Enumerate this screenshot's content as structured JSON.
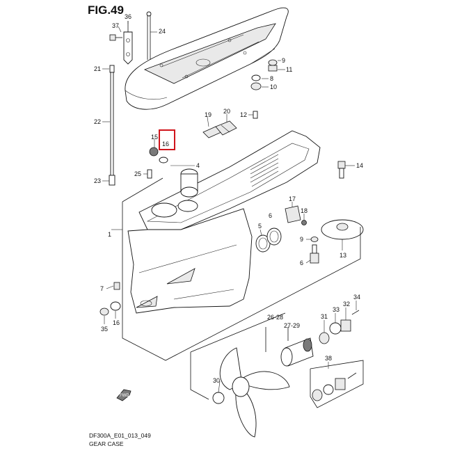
{
  "figure": {
    "title": "FIG.49",
    "model_code": "DF300A_E01_013_049",
    "caption": "GEAR CASE"
  },
  "highlight": {
    "part_number": "16",
    "color": "#d0141b"
  },
  "callouts": [
    "36",
    "37",
    "24",
    "9",
    "11",
    "21",
    "8",
    "10",
    "19",
    "20",
    "12",
    "22",
    "15",
    "16",
    "4",
    "14",
    "25",
    "23",
    "17",
    "18",
    "5",
    "6",
    "1",
    "9",
    "6",
    "13",
    "7",
    "34",
    "33",
    "32",
    "16",
    "31",
    "26-28",
    "27-29",
    "35",
    "38",
    "30"
  ],
  "direction_tag": "FWD"
}
